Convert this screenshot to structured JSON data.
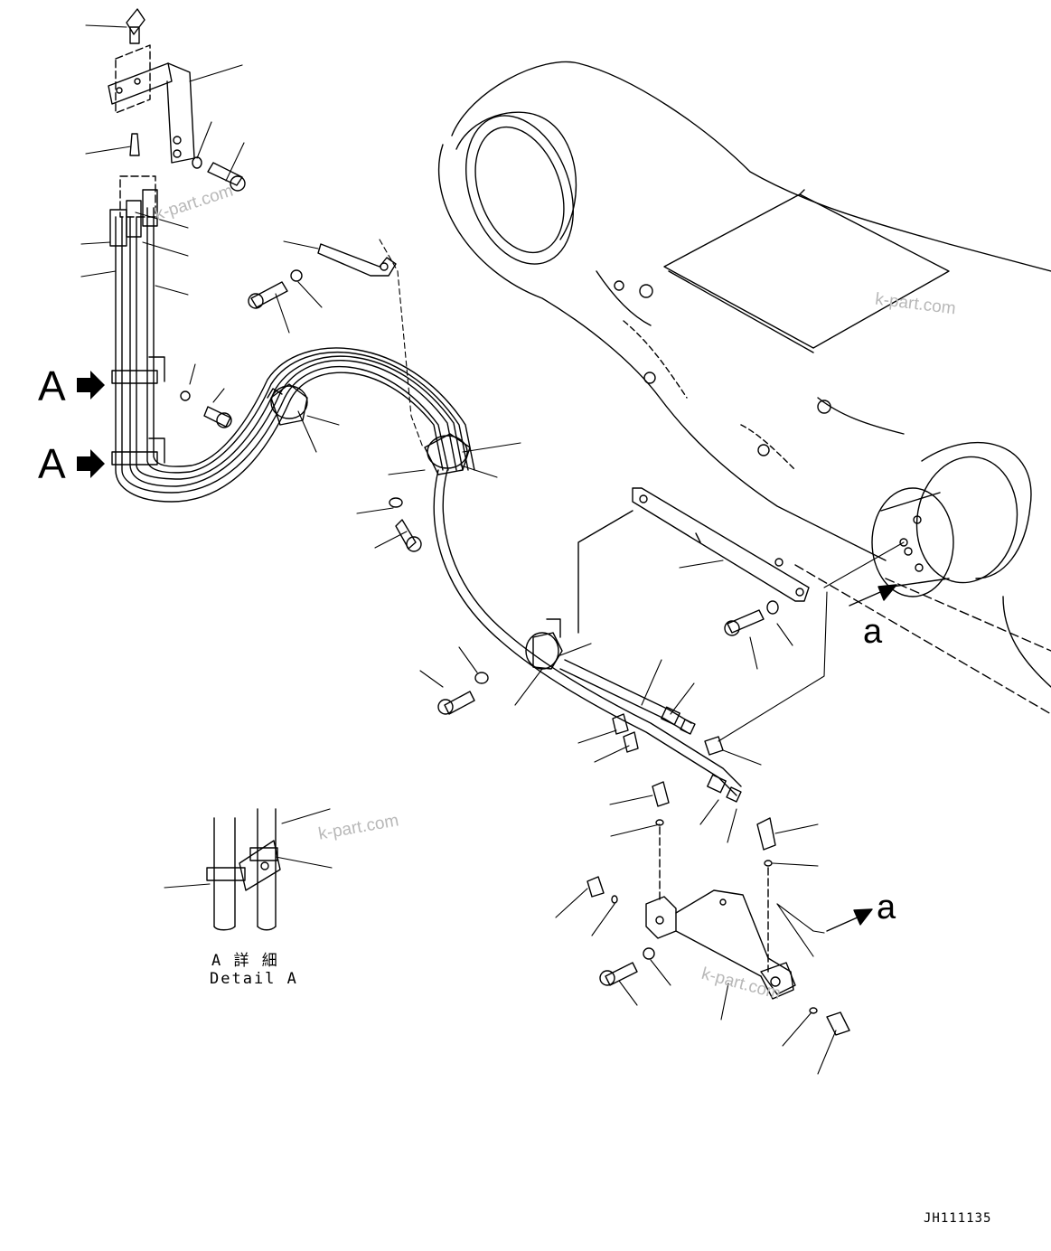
{
  "callouts": {
    "view_a_upper": "A",
    "view_a_lower": "A",
    "ref_a_right": "a",
    "ref_a_lower": "a"
  },
  "detail": {
    "kanji": "A 詳 細",
    "caption": "Detail A"
  },
  "drawing_number": "JH111135",
  "watermarks": [
    "k-part.com",
    "k-part.com",
    "k-part.com",
    "k-part.com"
  ],
  "colors": {
    "line": "#000000",
    "background": "#ffffff",
    "watermark": "#b8b8b8"
  }
}
